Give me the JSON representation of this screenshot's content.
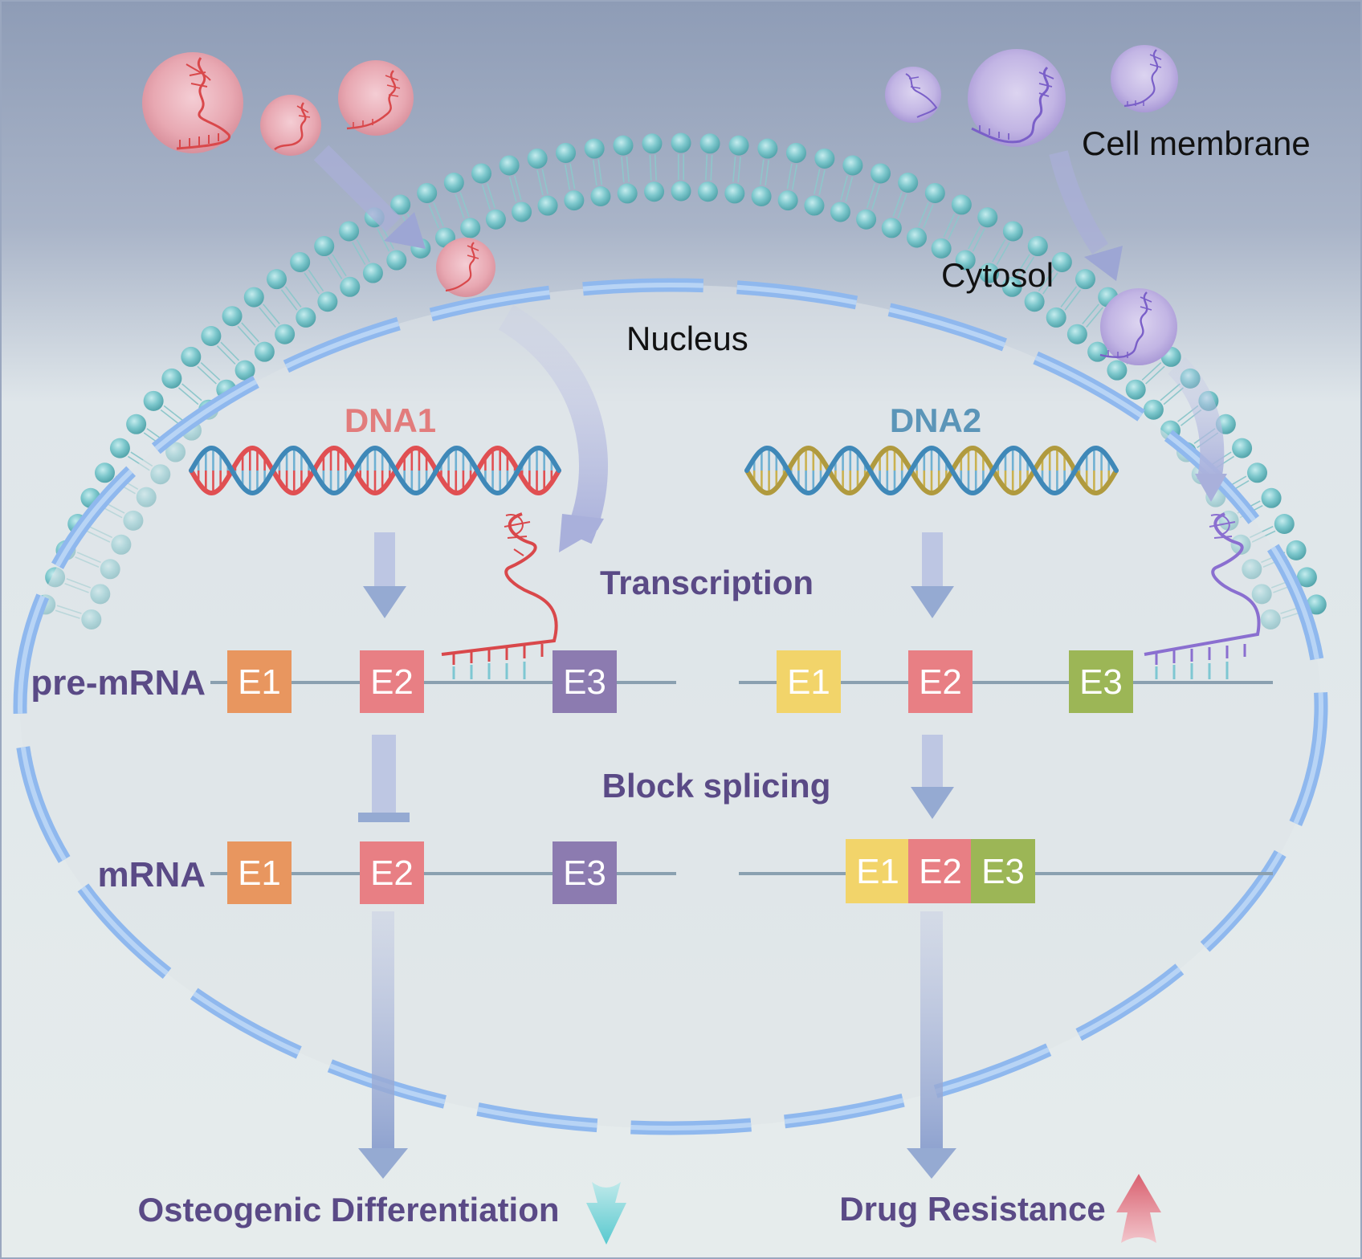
{
  "labels": {
    "cell_membrane": "Cell membrane",
    "cytosol": "Cytosol",
    "nucleus": "Nucleus",
    "dna1": "DNA1",
    "dna2": "DNA2",
    "transcription": "Transcription",
    "block_splicing": "Block splicing",
    "pre_mrna": "pre-mRNA",
    "mrna": "mRNA",
    "osteogenic": "Osteogenic Differentiation",
    "drug_resistance": "Drug Resistance"
  },
  "exons": {
    "left_pre": [
      "E1",
      "E2",
      "E3"
    ],
    "left_mrna": [
      "E1",
      "E2",
      "E3"
    ],
    "right_pre": [
      "E1",
      "E2",
      "E3"
    ],
    "right_mrna": [
      "E1",
      "E2",
      "E3"
    ]
  },
  "colors": {
    "e1_left": "#e8965f",
    "e2": "#e87f84",
    "e3_left": "#8c7bb0",
    "e1_right": "#f2d46a",
    "e3_right": "#9cb656",
    "dna1_label": "#e27c7c",
    "dna2_label": "#5b95b8",
    "section_text": "#5a4a86",
    "aso_red": "#d9484b",
    "aso_purple": "#8a6fd0",
    "nucleus_membrane": "#8fb8ee",
    "arrow": "#95aad2"
  },
  "icons": {
    "down_indicator": "cyan-down-arrow-icon",
    "up_indicator": "red-up-arrow-icon"
  }
}
